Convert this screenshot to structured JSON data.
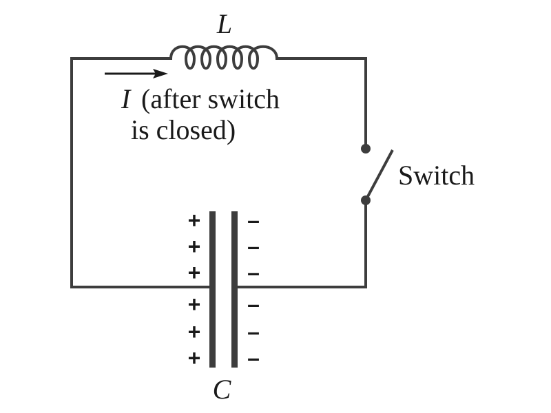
{
  "labels": {
    "inductor": "L",
    "capacitor": "C",
    "switch": "Switch",
    "current_symbol": "I",
    "current_note_line1": "(after switch",
    "current_note_line2": "is closed)"
  },
  "capacitor_charge": {
    "positive_sign": "+",
    "negative_sign": "–",
    "positive_count": 6,
    "negative_count": 6
  },
  "colors": {
    "wire": "#3d3d3d",
    "text": "#1a1a1a"
  }
}
